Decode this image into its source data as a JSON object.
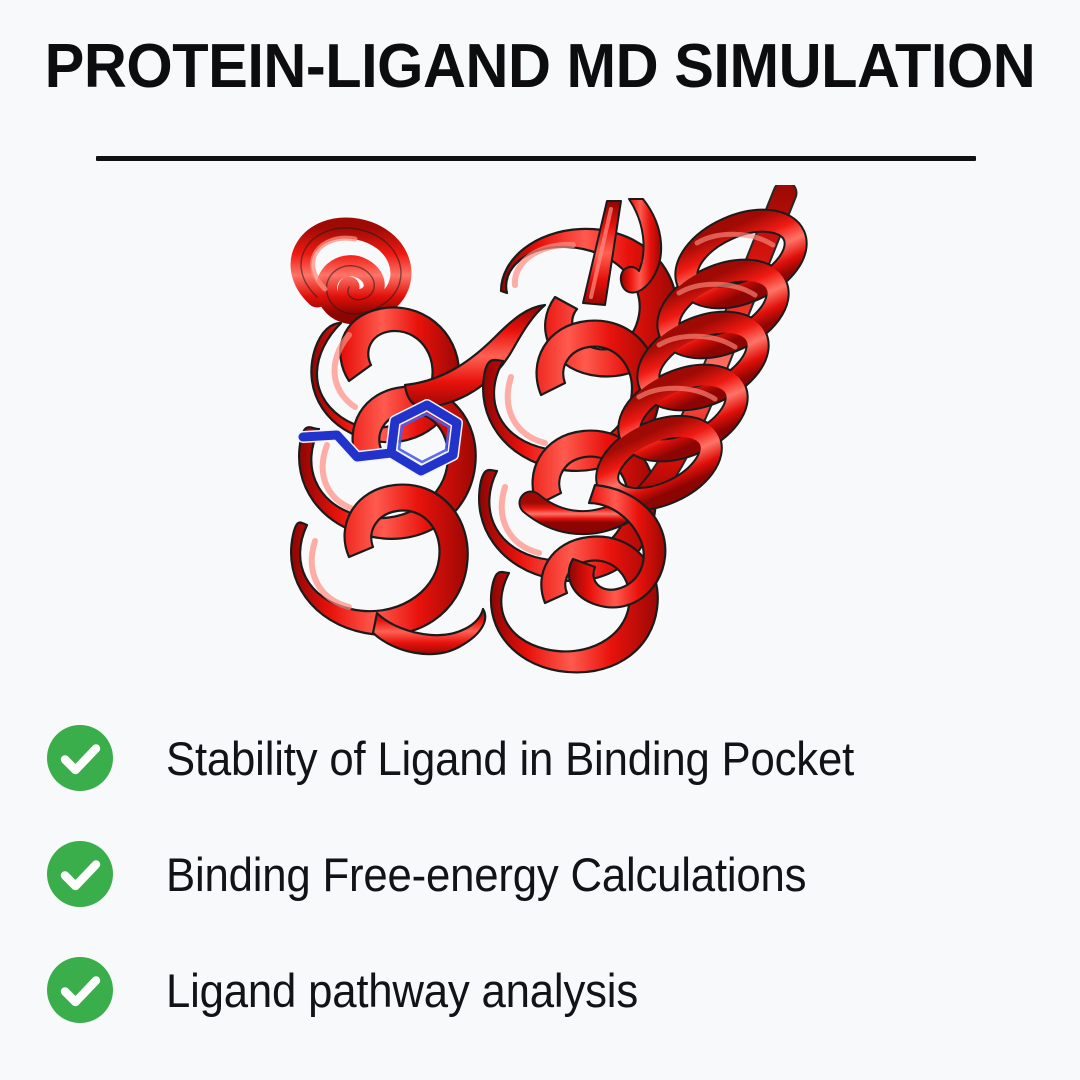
{
  "background_color": "#f7f9fb",
  "header": {
    "title": "PROTEIN-LIGAND MD SIMULATION",
    "title_color": "#0d0d10",
    "divider_color": "#111114"
  },
  "figure": {
    "name": "protein-ligand-complex",
    "description": "3D cartoon ribbon rendering of an alpha-helical protein with a bound small-molecule ligand",
    "protein_representation": "ribbon-helix",
    "protein_color": "#e8120c",
    "protein_outline_color": "#1a1a1a",
    "protein_highlight_color": "#ff6a60",
    "ligand_representation": "sticks",
    "ligand_color": "#2233cc",
    "ligand_outline_color": "#f2f4f7",
    "helix_count": 4
  },
  "features": {
    "icon_name": "check-circle-icon",
    "icon_color": "#3aae4a",
    "icon_glyph_color": "#ffffff",
    "items": [
      {
        "label": "Stability of Ligand in Binding Pocket"
      },
      {
        "label": "Binding Free-energy Calculations"
      },
      {
        "label": "Ligand pathway analysis"
      }
    ]
  }
}
